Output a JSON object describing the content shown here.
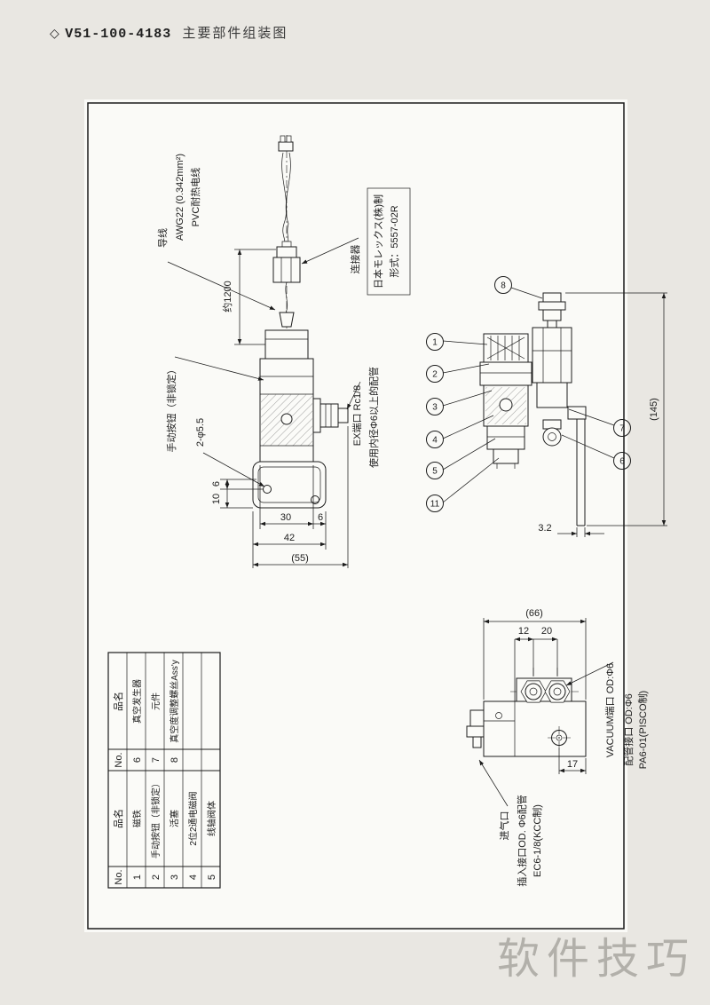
{
  "page": {
    "title_diamond": "◇",
    "title_code": "V51-100-4183",
    "title_text": "主要部件组装图",
    "watermark": "软件技巧"
  },
  "side_view": {
    "lead_wire": "导线",
    "wire_spec1": "AWG22 (0.342mm²)",
    "wire_spec2": "PVC耐热电线",
    "wire_length": "约1200",
    "connector": "连接器",
    "connector_maker": "日本モレックス(株)制",
    "connector_model": "形式：5557-02R",
    "manual_button": "手动按钮（非锁定）",
    "holes": "2-φ5.5",
    "ex_port": "EX端口  Rc1/8",
    "ex_note": "使用内径Φ6以上的配管",
    "dim_hole_6": "6",
    "dim_hole_10": "10",
    "dim_30": "30",
    "dim_6": "6",
    "dim_42": "42",
    "dim_55": "(55)"
  },
  "front_view": {
    "dim_145": "(145)",
    "dim_3_2": "3.2",
    "balloons": [
      "1",
      "2",
      "3",
      "4",
      "5",
      "11"
    ],
    "balloon_top": "8",
    "balloon_r_top": "7",
    "balloon_r_bottom": "6"
  },
  "bottom_view": {
    "dim_66": "(66)",
    "dim_12": "12",
    "dim_20": "20",
    "dim_17": "17",
    "vacuum_port": "VACUUM端口 OD:Φ6",
    "pipe_joint": "配管接口 OD:Φ6",
    "pipe_maker": "PA6-01(PISCO制)",
    "air_inlet": "进气口",
    "insert_note": "插入接口OD. Φ6配管",
    "insert_model": "EC6-1/8(KCC制)"
  },
  "parts_table": {
    "header1_no": "No.",
    "header1_name": "品名",
    "header2_no": "No.",
    "header2_name": "品名",
    "group1": [
      {
        "no": "1",
        "name": "磁铁"
      },
      {
        "no": "2",
        "name": "手动按钮（非锁定）"
      },
      {
        "no": "3",
        "name": "活塞"
      },
      {
        "no": "4",
        "name": "2位2通电磁阀"
      },
      {
        "no": "5",
        "name": "线轴阀体"
      }
    ],
    "group2": [
      {
        "no": "6",
        "name": "真空发生器"
      },
      {
        "no": "7",
        "name": "元件"
      },
      {
        "no": "8",
        "name": "真空度调整螺丝Ass'y"
      }
    ]
  }
}
